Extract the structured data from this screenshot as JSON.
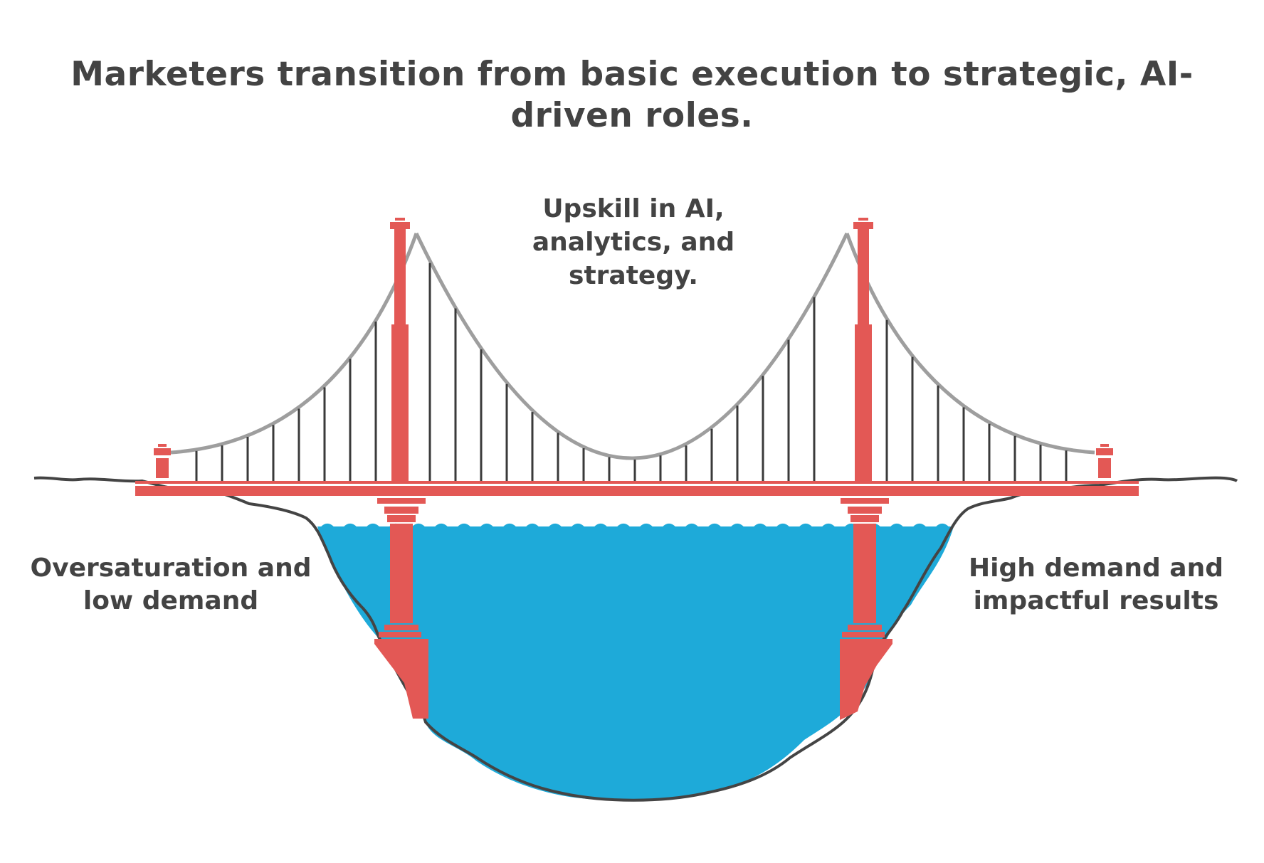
{
  "diagram": {
    "title": "Marketers transition from basic execution to strategic, AI-driven roles.",
    "bridge_label": "Upskill in AI, analytics, and strategy.",
    "left_bank_label": "Oversaturation and low demand",
    "right_bank_label": "High demand and impactful results"
  },
  "colors": {
    "bridge": "#e35855",
    "water": "#1eaad9",
    "cable": "#9e9e9e",
    "hanger": "#3a3a3a",
    "outline": "#444444",
    "text": "#434343"
  },
  "icons": {
    "bridge": "suspension-bridge-illustration",
    "water": "river-water",
    "banks": "canyon-ground"
  }
}
